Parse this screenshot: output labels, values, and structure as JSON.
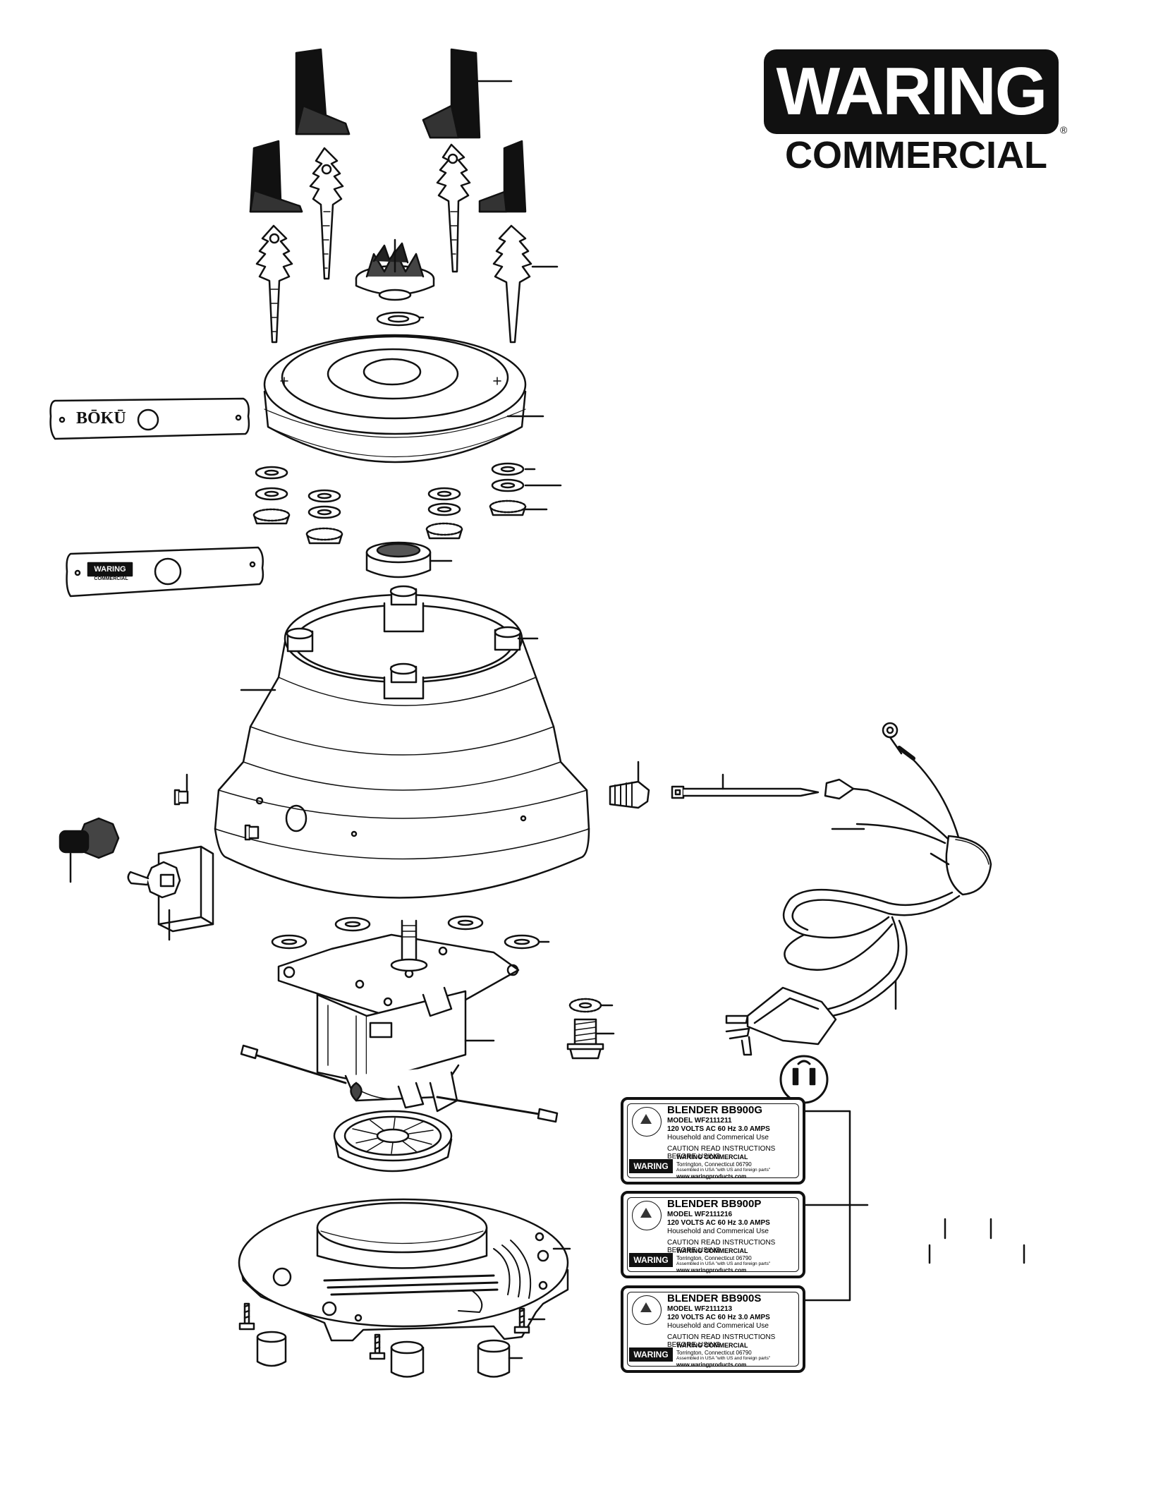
{
  "logo": {
    "top": "WARING",
    "bottom": "COMMERCIAL",
    "reg": "®"
  },
  "badges": {
    "boku": "BŌKŪ",
    "waring_top": "WARING",
    "waring_bottom": "COMMERCIAL"
  },
  "plates": [
    {
      "title": "BLENDER   BB900G",
      "model": "MODEL   WF2111211",
      "rating": "120 VOLTS AC     60  Hz      3.0  AMPS",
      "use": "Household and Commerical Use",
      "caution": "CAUTION READ INSTRUCTIONS BEFORE USING",
      "brand": "WARING COMMERCIAL",
      "city": "Torrington, Connecticut  06790",
      "assembled": "Assembled in USA  \"with US and foreign parts\"",
      "web": "www.waringproducts.com",
      "badge": "WARING"
    },
    {
      "title": "BLENDER   BB900P",
      "model": "MODEL   WF2111216",
      "rating": "120 VOLTS AC     60  Hz      3.0  AMPS",
      "use": "Household and Commerical Use",
      "caution": "CAUTION READ INSTRUCTIONS BEFORE USING",
      "brand": "WARING COMMERCIAL",
      "city": "Torrington, Connecticut  06790",
      "assembled": "Assembled in USA  \"with US and foreign parts\"",
      "web": "www.waringproducts.com",
      "badge": "WARING"
    },
    {
      "title": "BLENDER   BB900S",
      "model": "MODEL   WF2111213",
      "rating": "120 VOLTS AC     60  Hz      3.0  AMPS",
      "use": "Household and Commerical Use",
      "caution": "CAUTION READ INSTRUCTIONS BEFORE USING",
      "brand": "WARING COMMERCIAL",
      "city": "Torrington, Connecticut  06790",
      "assembled": "Assembled in USA  \"with US and foreign parts\"",
      "web": "www.waringproducts.com",
      "badge": "WARING"
    }
  ]
}
